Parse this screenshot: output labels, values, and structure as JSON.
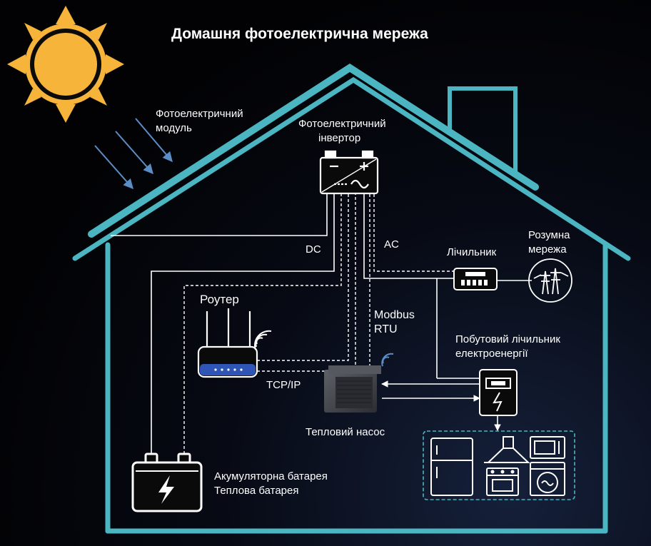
{
  "title": "Домашня фотоелектрична мережа",
  "labels": {
    "pv_module": "Фотоелектричний модуль",
    "inverter_line1": "Фотоелектричний",
    "inverter_line2": "інвертор",
    "dc": "DC",
    "ac": "AC",
    "meter": "Лічильник",
    "smart_grid_line1": "Розумна",
    "smart_grid_line2": "мережа",
    "router": "Роутер",
    "modbus_line1": "Modbus",
    "modbus_line2": "RTU",
    "household_meter_line1": "Побутовий лічильник",
    "household_meter_line2": "електроенергії",
    "tcpip": "TCP/IP",
    "heat_pump": "Тепловий насос",
    "battery_line1": "Акумуляторна батарея",
    "battery_line2": "Теплова батарея"
  },
  "colors": {
    "accent": "#4bb5c1",
    "sun_fill": "#f7b43a",
    "sun_ring": "#0b0b0b",
    "ray_arrows": "#5b8ec7",
    "lines": "#ffffff",
    "background": "#030306"
  },
  "icons": [
    "sun-icon",
    "inverter-icon",
    "meter-icon",
    "grid-tower-icon",
    "router-icon",
    "wifi-icon",
    "heat-pump-icon",
    "household-meter-icon",
    "battery-icon",
    "fridge-icon",
    "range-hood-icon",
    "oven-icon",
    "microwave-icon",
    "washing-machine-icon"
  ]
}
